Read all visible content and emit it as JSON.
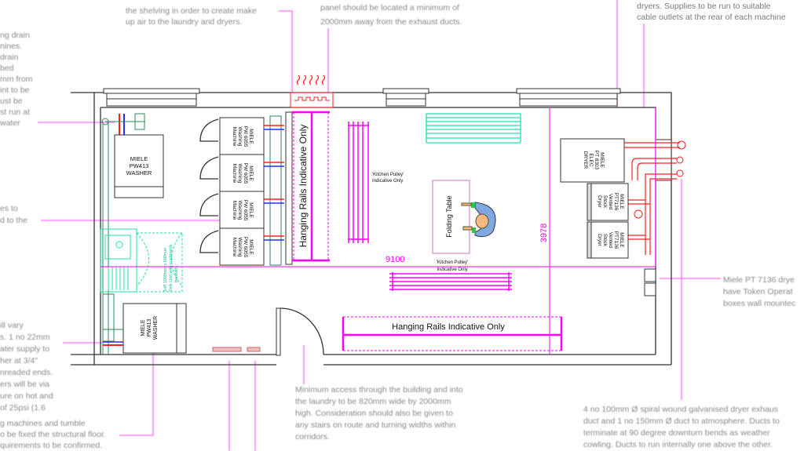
{
  "notes": {
    "top_left": [
      "the shelving in order to create make",
      "up air to the laundry and dryers."
    ],
    "top_center": [
      "panel should be located a minimum of",
      "2000mm away from the exhaust ducts."
    ],
    "top_right": [
      "dryers.  Supplies to be run to suitable",
      "cable outlets at the rear of each machine"
    ],
    "left_upper": [
      "ng drain",
      "nines.",
      " drain",
      "bed",
      "mm from",
      "int to be",
      "ust be",
      "st run at",
      " water"
    ],
    "left_mid": [
      "es to",
      "d to the"
    ],
    "left_lower": [
      "ill vary",
      "s.  1 no 22mm",
      "ater supply to",
      "her at 3/4\"",
      "nreaded ends.",
      "ers will be via",
      "ure on hot and",
      "of 25psi (1.6"
    ],
    "left_bottom": [
      "g machines and tumble",
      "o be fixed the structural floor.",
      "quirements to be confirmed."
    ],
    "bottom_center": [
      "Minimum access through the building and into",
      "the laundry to be 820mm wide by 2000mm",
      "high.  Consideration should also be given to",
      "any stairs on route and turning widths within",
      "corridors."
    ],
    "right_mid": [
      "Miele PT 7136 drye",
      "have Token Operat",
      "boxes wall mountec"
    ],
    "bottom_right": [
      "4 no 100mm Ø spiral wound galvanised dryer exhaus",
      "duct and 1 no 150mm Ø duct to atmosphere. Ducts to",
      "terminate at 90 degree downturn bends as weather",
      "cowling.  Ducts to run internally one above the other."
    ]
  },
  "equipment": {
    "washer_top": [
      "MIELE",
      "PW413",
      "WASHER"
    ],
    "washer_bottom": [
      "MIELE",
      "PW413",
      "WASHER"
    ],
    "washing_machines": [
      [
        "MIELE",
        "PW 6055",
        "Washing",
        "Machine"
      ],
      [
        "MIELE",
        "PW 6055",
        "Washing",
        "Machine"
      ],
      [
        "MIELE",
        "PW 6055",
        "Washing",
        "Machine"
      ],
      [
        "MIELE",
        "PW 6055",
        "Washing",
        "Machine"
      ]
    ],
    "elec_dryer": [
      "MIELE",
      "PT 8303",
      "ELEC",
      "DRYER"
    ],
    "vented_dryers": [
      [
        "MIELE",
        "PT7136",
        "Vented",
        "Stock",
        "Dryer"
      ],
      [
        "MIELE",
        "PT7136",
        "Vented",
        "Stock",
        "Dryer"
      ]
    ],
    "sink": [
      "1off 1000mm x 600mm",
      "Sink Unit with cupboards",
      "beneath"
    ]
  },
  "labels": {
    "hanging_rails_vertical": "Hanging Rails Indicative Only",
    "hanging_rails_horizontal": "Hanging Rails Indicative Only",
    "pulley_vertical": [
      "'Kitchen Pulley'",
      "Indicative Only"
    ],
    "pulley_horizontal": [
      "'Kitchen Pulley'",
      "Indicative Only"
    ],
    "folding_table": "Folding Table"
  },
  "dimensions": {
    "length": "9100",
    "width": "3978"
  },
  "colors": {
    "leader": "#ff00ff",
    "hot": "#ff2020",
    "cold": "#2030ff",
    "pipework": "#2a8a55",
    "sink": "#1fe0b0"
  }
}
